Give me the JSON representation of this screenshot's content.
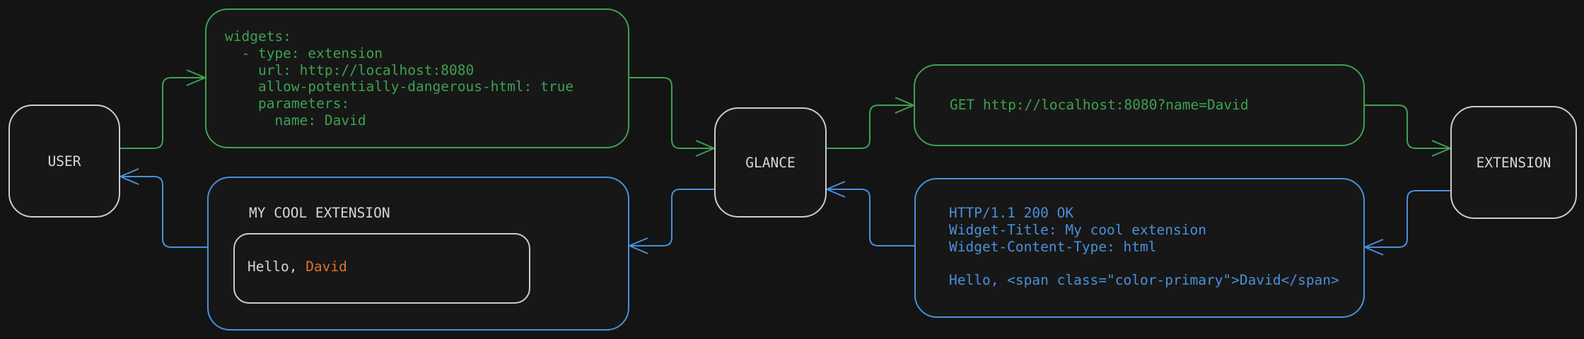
{
  "colors": {
    "background": "#141414",
    "green_accent": "#3ea152",
    "blue_accent": "#4a90d9",
    "orange_highlight": "#df7226",
    "node_border": "#cccccc",
    "text_gray": "#d6d6d6"
  },
  "nodes": {
    "user": {
      "label": "USER"
    },
    "glance": {
      "label": "GLANCE"
    },
    "extension": {
      "label": "EXTENSION"
    }
  },
  "boxes": {
    "config": {
      "code": "widgets:\n  - type: extension\n    url: http://localhost:8080\n    allow-potentially-dangerous-html: true\n    parameters:\n      name: David"
    },
    "request": {
      "code": "GET http://localhost:8080?name=David"
    },
    "response": {
      "code": "HTTP/1.1 200 OK\nWidget-Title: My cool extension\nWidget-Content-Type: html\n\nHello, <span class=\"color-primary\">David</span>"
    },
    "widget_preview": {
      "title": "MY COOL EXTENSION",
      "greeting_prefix": "Hello, ",
      "greeting_highlight": "David"
    }
  },
  "edges": [
    {
      "from": "user",
      "to": "config",
      "color": "green"
    },
    {
      "from": "config",
      "to": "glance",
      "color": "green"
    },
    {
      "from": "glance",
      "to": "request",
      "color": "green"
    },
    {
      "from": "request",
      "to": "extension",
      "color": "green"
    },
    {
      "from": "extension",
      "to": "response",
      "color": "blue"
    },
    {
      "from": "response",
      "to": "glance",
      "color": "blue"
    },
    {
      "from": "glance",
      "to": "widget_preview",
      "color": "blue"
    },
    {
      "from": "widget_preview",
      "to": "user",
      "color": "blue"
    }
  ]
}
